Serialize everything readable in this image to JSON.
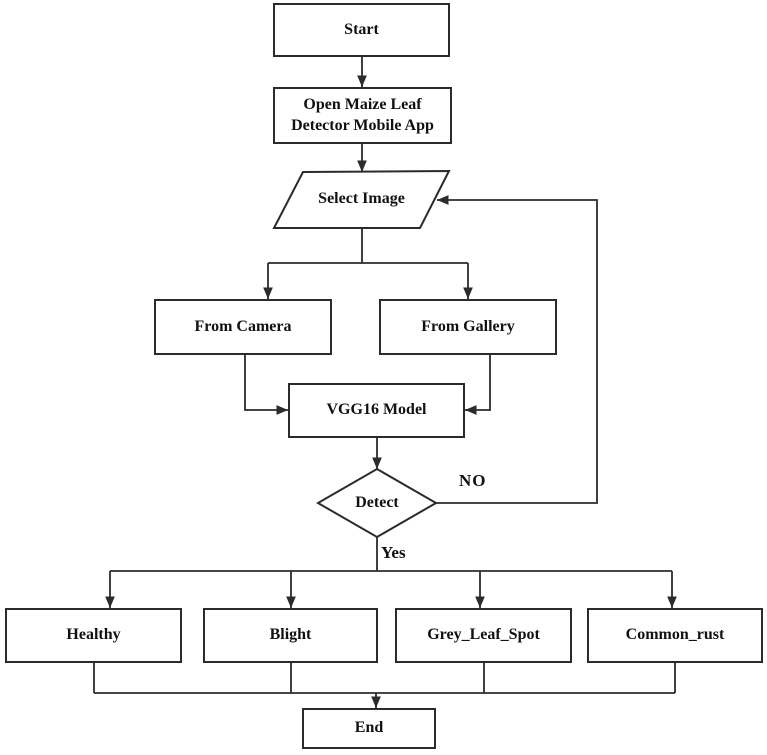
{
  "nodes": {
    "start": "Start",
    "open_app": "Open Maize Leaf Detector Mobile App",
    "select_image": "Select Image",
    "from_camera": "From Camera",
    "from_gallery": "From Gallery",
    "vgg16": "VGG16 Model",
    "detect": "Detect",
    "healthy": "Healthy",
    "blight": "Blight",
    "grey_leaf_spot": "Grey_Leaf_Spot",
    "common_rust": "Common_rust",
    "end": "End"
  },
  "edge_labels": {
    "no": "NO",
    "yes": "Yes"
  },
  "colors": {
    "line": "#2b2b2b",
    "text": "#111111",
    "background": "#ffffff"
  }
}
